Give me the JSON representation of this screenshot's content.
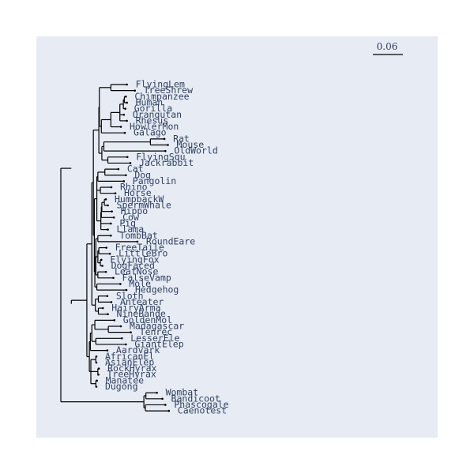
{
  "scale_bar": {
    "label": "0.06",
    "value": 0.06
  },
  "colors": {
    "background": "#e6ebf4",
    "branch": "#000000",
    "label": "#2e3f5f"
  },
  "leaves": [
    "FlyingLem",
    "TreeShrew",
    "Chimpanzee",
    "Human",
    "Gorilla",
    "Orangutan",
    "Rhesus",
    "HowlerMon",
    "Galago",
    "Rat",
    "Mouse",
    "OldWorld",
    "FlyingSqu",
    "Jackrabbit",
    "Cat",
    "Dog",
    "Pangolin",
    "Rhino",
    "Horse",
    "HumpbackW",
    "SpermWhale",
    "Hippo",
    "Cow",
    "Pig",
    "Llama",
    "TombBat",
    "RoundEare",
    "FreeTaile",
    "LittleBro",
    "FlyingFox",
    "DogFaced",
    "LeafNose",
    "FalseVamp",
    "Mole",
    "Hedgehog",
    "Sloth",
    "Anteater",
    "HairyArma",
    "NineBande",
    "GoldenMol",
    "Madagascar",
    "Tenrec",
    "LesserEle",
    "GiantElep",
    "Aardvark",
    "AfricanEl",
    "AsianElep",
    "RockHyrax",
    "TreeHyrax",
    "Manatee",
    "Dugong",
    "Wombat",
    "Bandicoot",
    "Phascogale",
    "Caenotest"
  ],
  "tree": {
    "c": [
      {
        "l": 0.021,
        "c": [
          {
            "l": 0.031,
            "c": [
              {
                "l": 0.01,
                "c": [
                  {
                    "l": 0.003,
                    "c": [
                      {
                        "l": 0.011,
                        "c": [
                          {
                            "l": 0.001,
                            "c": [
                              {
                                "l": 0.023,
                                "c": [
                                  {
                                    "n": "FlyingLem",
                                    "l": 0.032
                                  },
                                  {
                                    "n": "TreeShrew",
                                    "l": 0.048
                                  }
                                ]
                              },
                              {
                                "l": 0.004,
                                "c": [
                                  {
                                    "l": 0.019,
                                    "c": [
                                      {
                                        "l": 0.018,
                                        "c": [
                                          {
                                            "l": 0.007,
                                            "c": [
                                              {
                                                "l": 0.002,
                                                "c": [
                                                  {
                                                    "n": "Chimpanzee",
                                                    "l": 0.003
                                                  },
                                                  {
                                                    "n": "Human",
                                                    "l": 0.005
                                                  }
                                                ]
                                              },
                                              {
                                                "n": "Gorilla",
                                                "l": 0.004
                                              }
                                            ]
                                          },
                                          {
                                            "n": "Orangutan",
                                            "l": 0.008
                                          },
                                          {
                                            "n": "Rhesus",
                                            "l": 0.014
                                          }
                                        ]
                                      },
                                      {
                                        "n": "HowlerMon",
                                        "l": 0.02
                                      }
                                    ]
                                  },
                                  {
                                    "n": "Galago",
                                    "l": 0.047
                                  }
                                ]
                              }
                            ]
                          },
                          {
                            "l": 0.006,
                            "c": [
                              {
                                "l": 0.004,
                                "c": [
                                  {
                                    "l": 0.093,
                                    "c": [
                                      {
                                        "n": "Rat",
                                        "l": 0.028
                                      },
                                      {
                                        "n": "Mouse",
                                        "l": 0.035
                                      }
                                    ]
                                  },
                                  {
                                    "n": "OldWorld",
                                    "l": 0.123
                                  }
                                ]
                              },
                              {
                                "l": 0.012,
                                "c": [
                                  {
                                    "n": "FlyingSqu",
                                    "l": 0.039
                                  },
                                  {
                                    "n": "Jackrabbit",
                                    "l": 0.045
                                  }
                                ]
                              }
                            ]
                          }
                        ]
                      },
                      {
                        "l": 0.002,
                        "c": [
                          {
                            "l": 0.005,
                            "c": [
                              {
                                "l": 0.002,
                                "c": [
                                  {
                                    "l": 0.014,
                                    "c": [
                                      {
                                        "n": "Cat",
                                        "l": 0.027
                                      },
                                      {
                                        "n": "Dog",
                                        "l": 0.042
                                      }
                                    ]
                                  },
                                  {
                                    "n": "Pangolin",
                                    "l": 0.052
                                  }
                                ]
                              },
                              {
                                "l": 0.007,
                                "c": [
                                  {
                                    "n": "Rhino",
                                    "l": 0.022
                                  },
                                  {
                                    "n": "Horse",
                                    "l": 0.03
                                  }
                                ]
                              },
                              {
                                "l": 0.008,
                                "c": [
                                  {
                                    "l": 0.001,
                                    "c": [
                                      {
                                        "l": 0.001,
                                        "c": [
                                          {
                                            "l": 0.005,
                                            "c": [
                                              {
                                                "n": "HumpbackW",
                                                "l": 0.003
                                              },
                                              {
                                                "n": "SpermWhale",
                                                "l": 0.007
                                              }
                                            ]
                                          },
                                          {
                                            "n": "Hippo",
                                            "l": 0.02
                                          }
                                        ]
                                      },
                                      {
                                        "n": "Cow",
                                        "l": 0.025
                                      }
                                    ]
                                  },
                                  {
                                    "n": "Pig",
                                    "l": 0.02
                                  },
                                  {
                                    "n": "Llama",
                                    "l": 0.014
                                  }
                                ]
                              }
                            ]
                          },
                          {
                            "l": 0.001,
                            "c": [
                              {
                                "l": 0.002,
                                "c": [
                                  {
                                    "l": 0.004,
                                    "c": [
                                      {
                                        "n": "TombBat",
                                        "l": 0.026
                                      },
                                      {
                                        "n": "RoundEare",
                                        "l": 0.079
                                      }
                                    ]
                                  },
                                  {
                                    "l": 0.004,
                                    "c": [
                                      {
                                        "l": 0.002,
                                        "c": [
                                          {
                                            "n": "FreeTaile",
                                            "l": 0.015
                                          },
                                          {
                                            "n": "LittleBro",
                                            "l": 0.022
                                          }
                                        ]
                                      },
                                      {
                                        "l": 0.005,
                                        "c": [
                                          {
                                            "n": "FlyingFox",
                                            "l": 0.002
                                          },
                                          {
                                            "n": "DogFaced",
                                            "l": 0.004
                                          }
                                        ]
                                      }
                                    ]
                                  },
                                  {
                                    "l": 0.004,
                                    "c": [
                                      {
                                        "n": "LeafNose",
                                        "l": 0.016
                                      },
                                      {
                                        "n": "FalseVamp",
                                        "l": 0.031
                                      }
                                    ]
                                  }
                                ]
                              },
                              {
                                "l": 0.004,
                                "c": [
                                  {
                                    "n": "Mole",
                                    "l": 0.047
                                  },
                                  {
                                    "n": "Hedgehog",
                                    "l": 0.059
                                  }
                                ]
                              }
                            ]
                          }
                        ]
                      }
                    ]
                  },
                  {
                    "l": 0.007,
                    "c": [
                      {
                        "l": 0.006,
                        "c": [
                          {
                            "n": "Sloth",
                            "l": 0.018
                          },
                          {
                            "n": "Anteater",
                            "l": 0.026
                          }
                        ]
                      },
                      {
                        "l": 0.006,
                        "c": [
                          {
                            "n": "HairyArma",
                            "l": 0.009
                          },
                          {
                            "n": "NineBande",
                            "l": 0.019
                          }
                        ]
                      }
                    ]
                  }
                ]
              },
              {
                "l": 0.005,
                "c": [
                  {
                    "l": 0.002,
                    "c": [
                      {
                        "l": 0.003,
                        "c": [
                          {
                            "l": 0.006,
                            "c": [
                              {
                                "n": "GoldenMol",
                                "l": 0.039
                              },
                              {
                                "l": 0.027,
                                "c": [
                                  {
                                    "n": "Madagascar",
                                    "l": 0.025
                                  },
                                  {
                                    "n": "Tenrec",
                                    "l": 0.045
                                  }
                                ]
                              }
                            ]
                          },
                          {
                            "l": 0.008,
                            "c": [
                              {
                                "n": "LesserEle",
                                "l": 0.052
                              },
                              {
                                "n": "GiantElep",
                                "l": 0.06
                              }
                            ]
                          }
                        ]
                      },
                      {
                        "n": "Aardvark",
                        "l": 0.034
                      }
                    ]
                  },
                  {
                    "l": 0.003,
                    "c": [
                      {
                        "l": 0.01,
                        "c": [
                          {
                            "n": "AfricanEl",
                            "l": 0.001
                          },
                          {
                            "n": "AsianElep",
                            "l": 0.001
                          }
                        ]
                      },
                      {
                        "l": 0.014,
                        "c": [
                          {
                            "n": "RockHyrax",
                            "l": 0.002
                          },
                          {
                            "n": "TreeHyrax",
                            "l": 0.001
                          }
                        ]
                      },
                      {
                        "l": 0.01,
                        "c": [
                          {
                            "n": "Manatee",
                            "l": 0.002
                          },
                          {
                            "n": "Dugong",
                            "l": 0.001
                          }
                        ]
                      }
                    ]
                  }
                ]
              }
            ]
          },
          {
            "l": 0.001,
            "c": []
          }
        ]
      },
      {
        "l": 0.166,
        "c": [
          {
            "l": 0.004,
            "c": [
              {
                "n": "Wombat",
                "l": 0.022
              },
              {
                "n": "Bandicoot",
                "l": 0.033
              }
            ]
          },
          {
            "l": 0.003,
            "c": [
              {
                "n": "Phascogale",
                "l": 0.04
              },
              {
                "n": "Caenotest",
                "l": 0.047
              }
            ]
          }
        ]
      }
    ]
  }
}
